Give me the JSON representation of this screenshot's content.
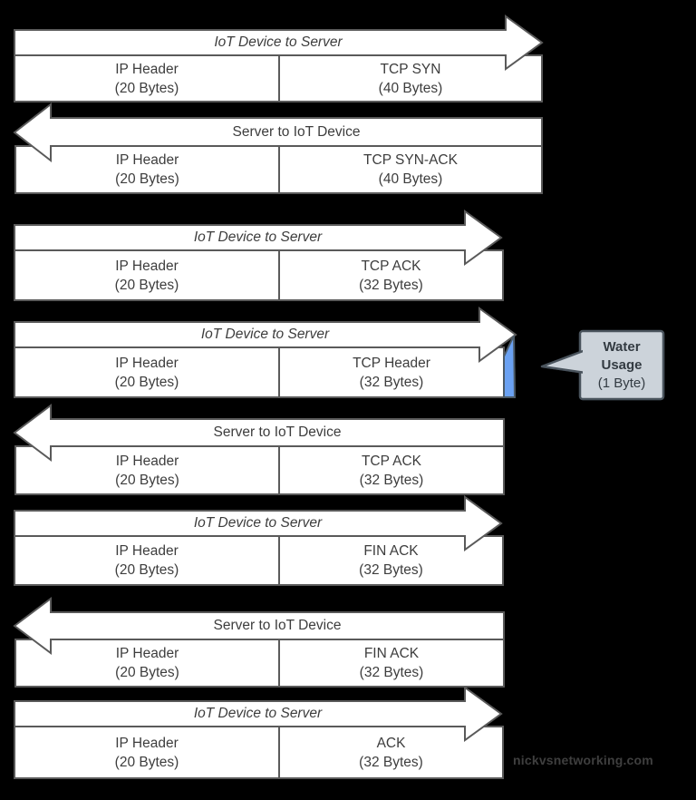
{
  "background": "#000000",
  "colors": {
    "background": "#000000",
    "shape_fill": "#ffffff",
    "shape_stroke": "#5a5a5a",
    "text": "#3d3d3d",
    "water_blue": "#6ba1f2",
    "water_stroke": "#4c5a66",
    "callout_fill": "#ccd3da",
    "callout_stroke": "#49525c",
    "callout_text": "#333b42",
    "watermark": "#3f3f3f"
  },
  "packets": [
    {
      "direction": "IoT Device to Server",
      "arrow": "right",
      "fields": [
        {
          "name": "IP Header",
          "size": "(20 Bytes)"
        },
        {
          "name": "TCP SYN",
          "size": "(40 Bytes)"
        }
      ]
    },
    {
      "direction": "Server to IoT Device",
      "arrow": "left",
      "fields": [
        {
          "name": "IP Header",
          "size": "(20 Bytes)"
        },
        {
          "name": "TCP SYN-ACK",
          "size": "(40 Bytes)"
        }
      ]
    },
    {
      "direction": "IoT Device to Server",
      "arrow": "right",
      "fields": [
        {
          "name": "IP Header",
          "size": "(20 Bytes)"
        },
        {
          "name": "TCP ACK",
          "size": "(32 Bytes)"
        }
      ]
    },
    {
      "direction": "IoT Device to Server",
      "arrow": "right",
      "fields": [
        {
          "name": "IP Header",
          "size": "(20 Bytes)"
        },
        {
          "name": "TCP Header",
          "size": "(32 Bytes)"
        }
      ],
      "annotation": "Water Usage (1 Byte)"
    },
    {
      "direction": "Server to IoT Device",
      "arrow": "left",
      "fields": [
        {
          "name": "IP Header",
          "size": "(20 Bytes)"
        },
        {
          "name": "TCP ACK",
          "size": "(32 Bytes)"
        }
      ]
    },
    {
      "direction": "IoT Device to Server",
      "arrow": "right",
      "fields": [
        {
          "name": "IP Header",
          "size": "(20 Bytes)"
        },
        {
          "name": "FIN ACK",
          "size": "(32 Bytes)"
        }
      ]
    },
    {
      "direction": "Server to IoT Device",
      "arrow": "left",
      "fields": [
        {
          "name": "IP Header",
          "size": "(20 Bytes)"
        },
        {
          "name": "FIN ACK",
          "size": "(32 Bytes)"
        }
      ]
    },
    {
      "direction": "IoT Device to Server",
      "arrow": "right",
      "fields": [
        {
          "name": "IP Header",
          "size": "(20 Bytes)"
        },
        {
          "name": "ACK",
          "size": "(32 Bytes)"
        }
      ]
    }
  ],
  "callout": {
    "title": "Water Usage",
    "size": "(1 Byte)"
  },
  "watermark": "nickvsnetworking.com"
}
